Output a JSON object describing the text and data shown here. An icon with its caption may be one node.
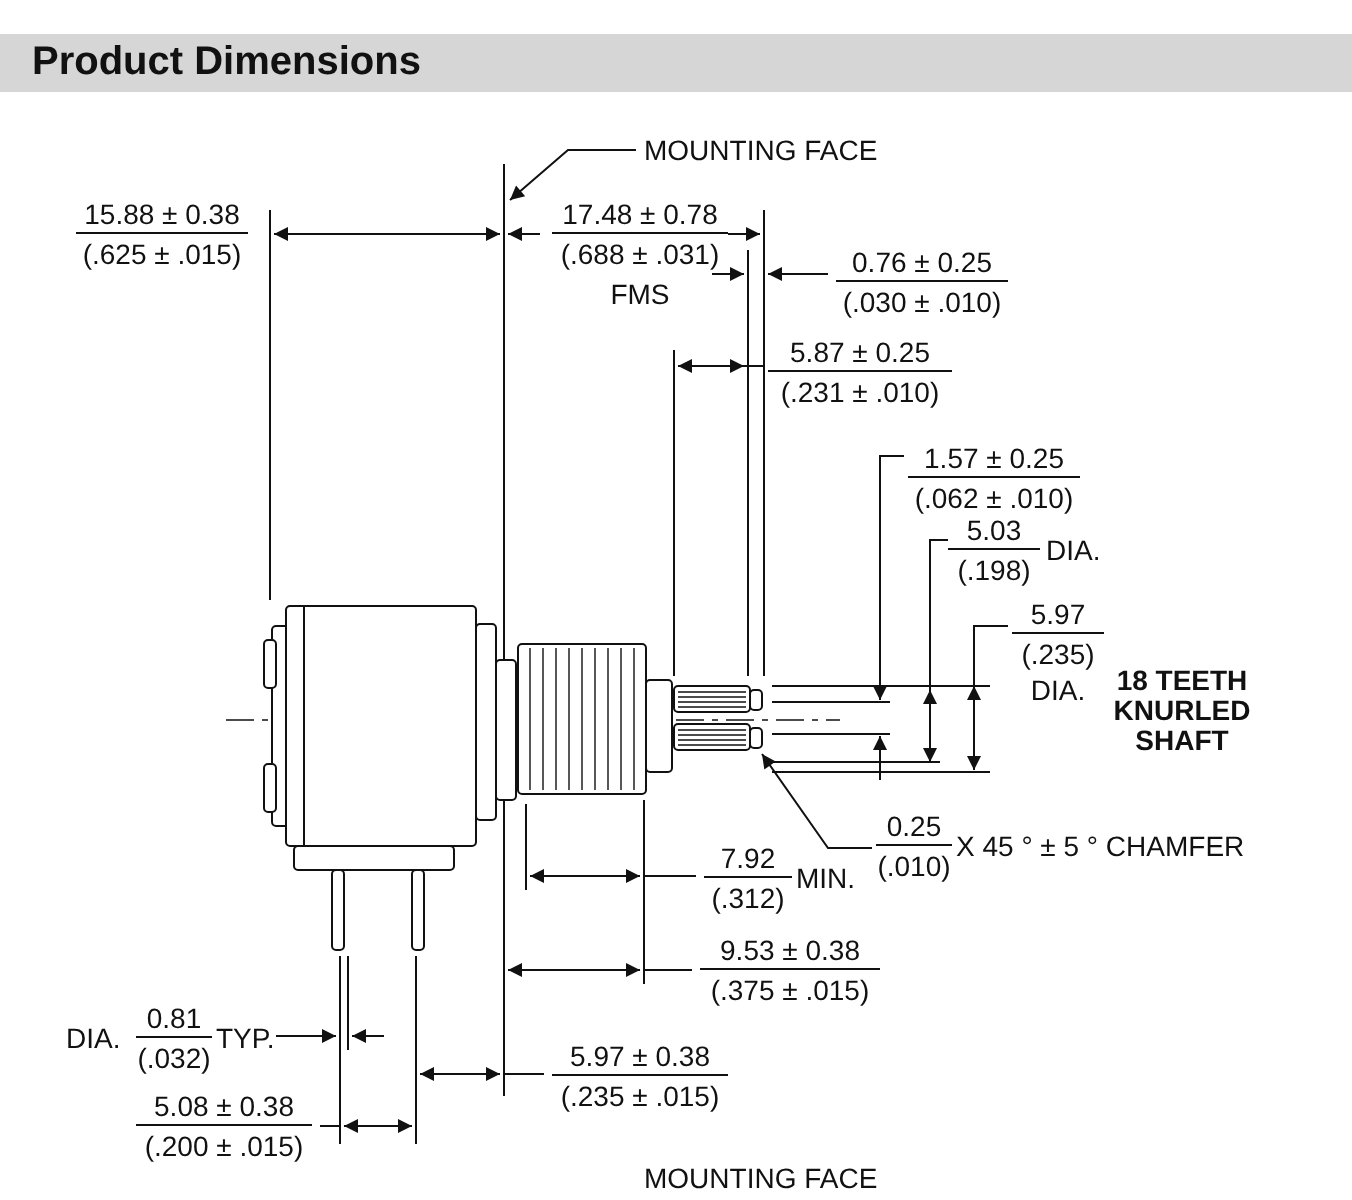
{
  "diagram": {
    "title": "Product Dimensions",
    "nodes": [
      {
        "text": [
          "MOUNTING FACE"
        ]
      },
      {
        "text": [
          "0.25",
          "(.010)",
          "X 45 ° ± 5 ° CHAMFER"
        ]
      },
      {
        "text": [],
        "shape": "picture"
      }
    ],
    "edges": [
      {
        "from": 0,
        "to": null,
        "arrow": "to"
      },
      {
        "from": 1,
        "to": 2,
        "arrow": "to"
      }
    ],
    "labels": [
      "15.88 ± 0.38",
      "(.625 ± .015)",
      "17.48 ± 0.78",
      "(.688 ± .031)",
      "FMS",
      "0.76 ± 0.25",
      "(.030 ± .010)",
      "5.87 ± 0.25",
      "(.231 ± .010)",
      "1.57 ± 0.25",
      "(.062 ± .010)",
      "5.03",
      "(.198)",
      "DIA.",
      "5.97",
      "(.235)",
      "DIA.",
      "18 TEETH KNURLED SHAFT",
      "7.92",
      "(.312)",
      "MIN.",
      "9.53 ± 0.38",
      "(.375 ± .015)",
      "DIA.",
      "0.81",
      "(.032)",
      "TYP.",
      "5.97 ± 0.38",
      "(.235 ± .015)",
      "5.08 ± 0.38",
      "(.200 ± .015)",
      "MOUNTING FACE"
    ]
  }
}
